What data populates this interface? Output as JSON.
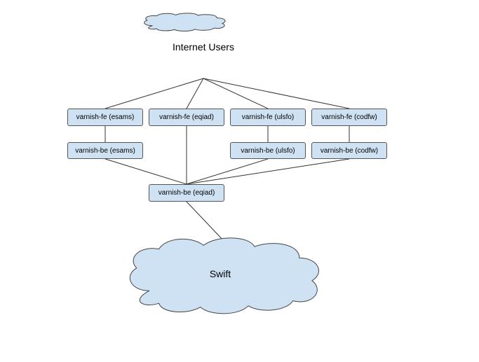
{
  "colors": {
    "cloud_fill": "#cfe2f3",
    "node_fill": "#cfe2f3",
    "stroke": "#444444",
    "edge": "#333333"
  },
  "clouds": {
    "top": {
      "label": "Internet Users"
    },
    "bottom": {
      "label": "Swift"
    }
  },
  "nodes": {
    "fe_esams": "varnish-fe (esams)",
    "fe_eqiad": "varnish-fe (eqiad)",
    "fe_ulsfo": "varnish-fe (ulsfo)",
    "fe_codfw": "varnish-fe (codfw)",
    "be_esams": "varnish-be (esams)",
    "be_ulsfo": "varnish-be (ulsfo)",
    "be_codfw": "varnish-be (codfw)",
    "be_eqiad": "varnish-be (eqiad)"
  }
}
